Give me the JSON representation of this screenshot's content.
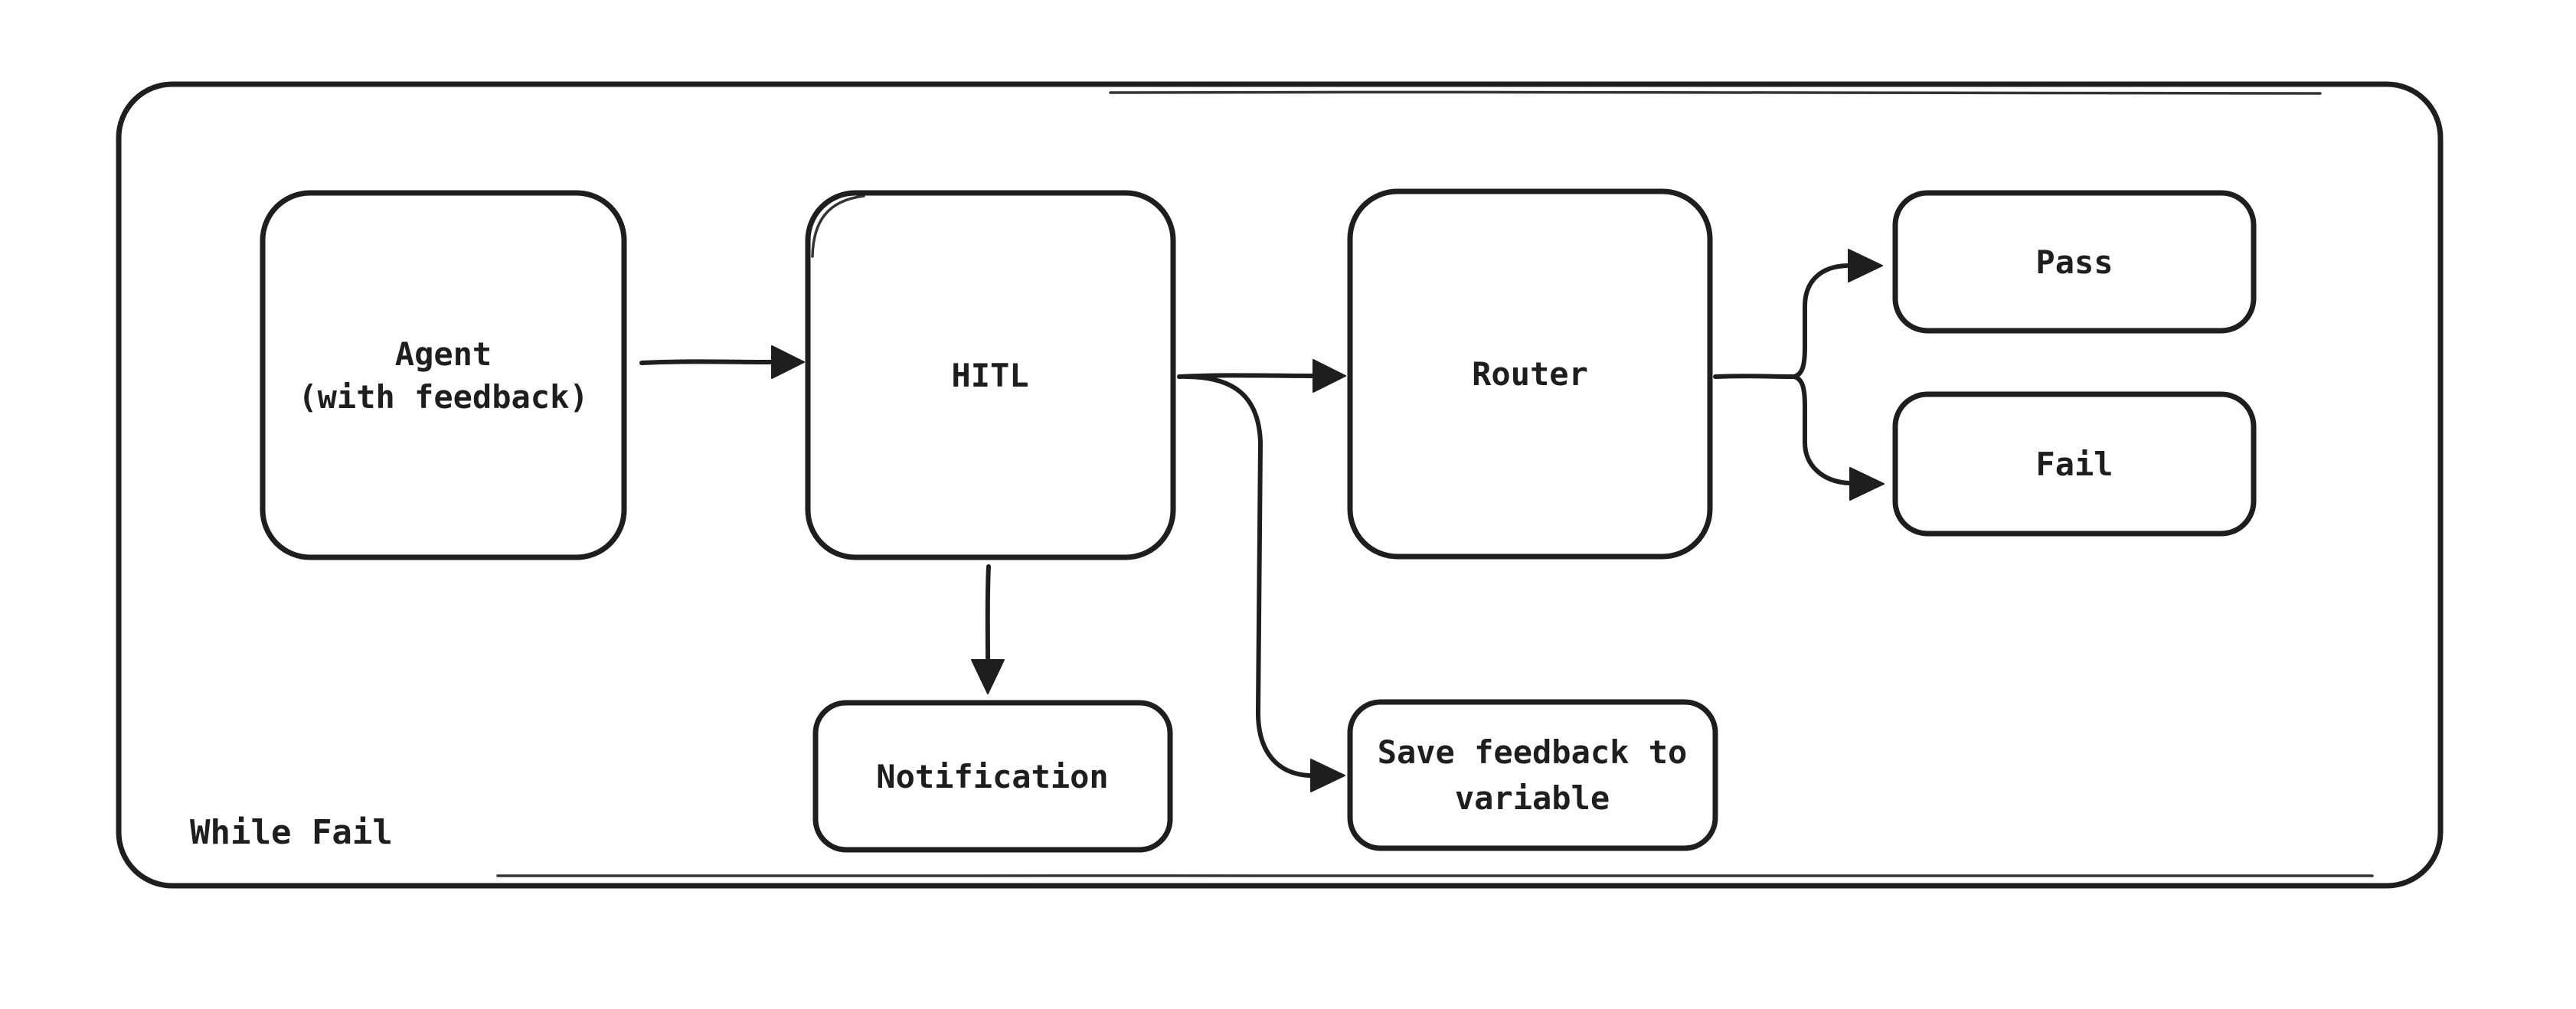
{
  "diagram": {
    "container": {
      "label": "While Fail"
    },
    "nodes": {
      "agent": {
        "lines": [
          "Agent",
          "(with feedback)"
        ]
      },
      "hitl": {
        "lines": [
          "HITL"
        ]
      },
      "router": {
        "lines": [
          "Router"
        ]
      },
      "pass": {
        "lines": [
          "Pass"
        ]
      },
      "fail": {
        "lines": [
          "Fail"
        ]
      },
      "notification": {
        "lines": [
          "Notification"
        ]
      },
      "save_feedback": {
        "lines": [
          "Save feedback to",
          "variable"
        ]
      }
    },
    "edges": [
      {
        "from": "Agent (with feedback)",
        "to": "HITL"
      },
      {
        "from": "HITL",
        "to": "Router"
      },
      {
        "from": "HITL",
        "to": "Notification"
      },
      {
        "from": "HITL",
        "to": "Save feedback to variable"
      },
      {
        "from": "Router",
        "to": "Pass"
      },
      {
        "from": "Router",
        "to": "Fail"
      }
    ],
    "colors": {
      "stroke": "#1e1e1e",
      "background": "#ffffff"
    }
  }
}
